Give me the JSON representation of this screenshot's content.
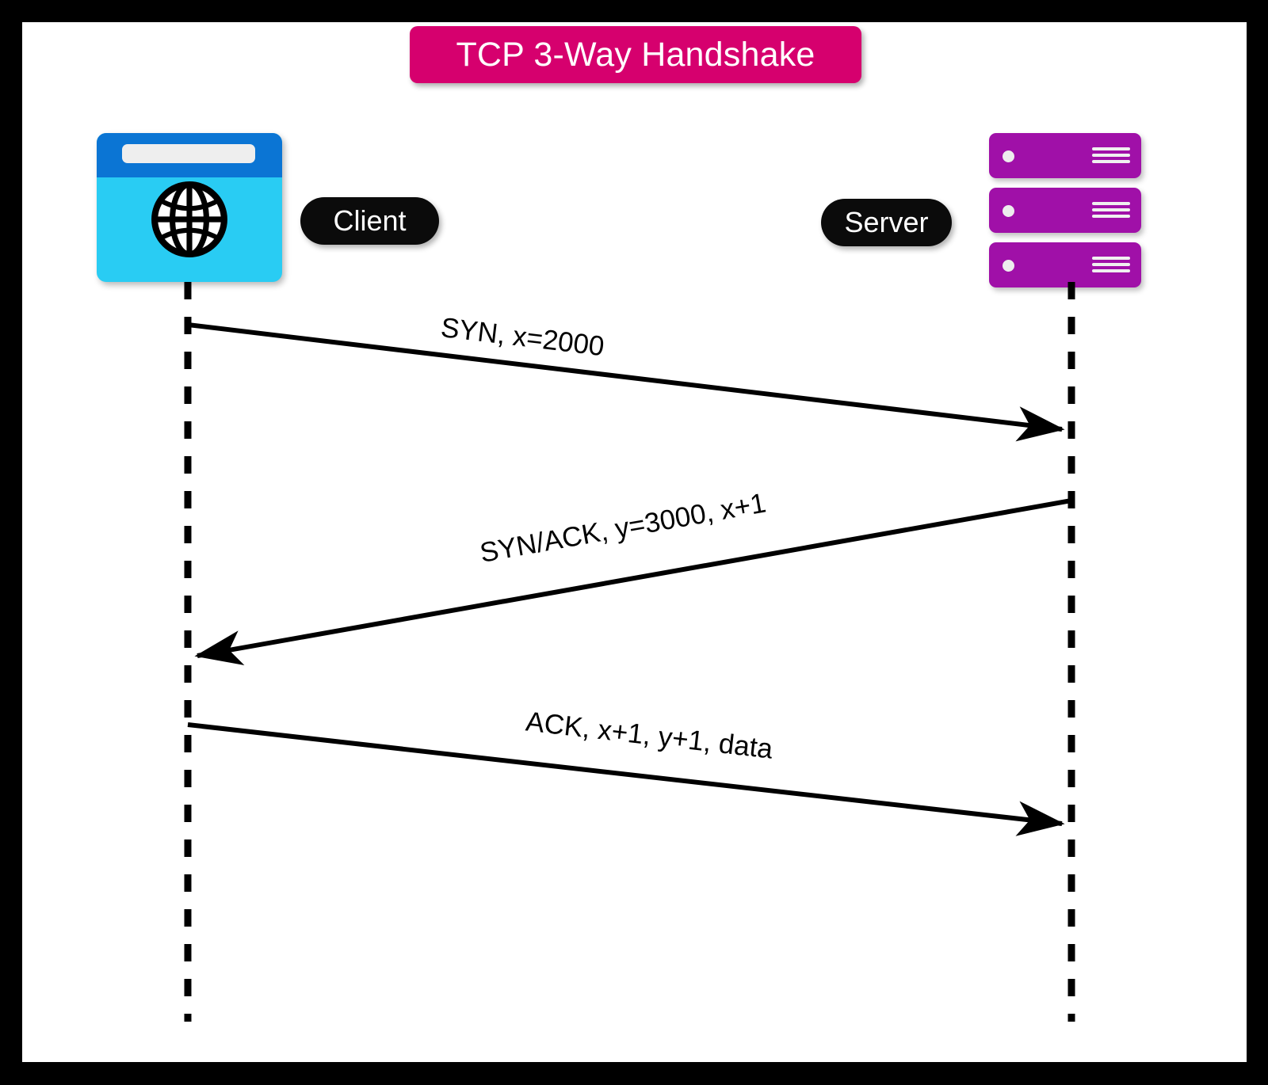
{
  "diagram": {
    "title": "TCP 3-Way Handshake",
    "title_badge_color": "#D6006E",
    "frame_color": "#000000",
    "background_color": "#ffffff",
    "type": "sequence-diagram"
  },
  "actors": [
    {
      "id": "client",
      "label": "Client",
      "icon": "browser-window-globe-icon",
      "icon_colors": {
        "body": "#29CCF3",
        "header": "#0B75D4",
        "url_bar": "#EEEEEE",
        "globe": "#000000"
      },
      "pill_background": "#0B0B0B",
      "pill_text_color": "#ffffff"
    },
    {
      "id": "server",
      "label": "Server",
      "icon": "server-rack-icon",
      "icon_colors": {
        "rack": "#A010A8",
        "led": "#EDEDED",
        "vents": "#F0F0F0"
      },
      "rack_units": 3,
      "pill_background": "#0B0B0B",
      "pill_text_color": "#ffffff"
    }
  ],
  "messages": [
    {
      "step": 1,
      "label": "SYN, x=2000",
      "from": "client",
      "to": "server",
      "direction": "right"
    },
    {
      "step": 2,
      "label": "SYN/ACK, y=3000, x+1",
      "from": "server",
      "to": "client",
      "direction": "left"
    },
    {
      "step": 3,
      "label": "ACK, x+1, y+1, data",
      "from": "client",
      "to": "server",
      "direction": "right"
    }
  ]
}
